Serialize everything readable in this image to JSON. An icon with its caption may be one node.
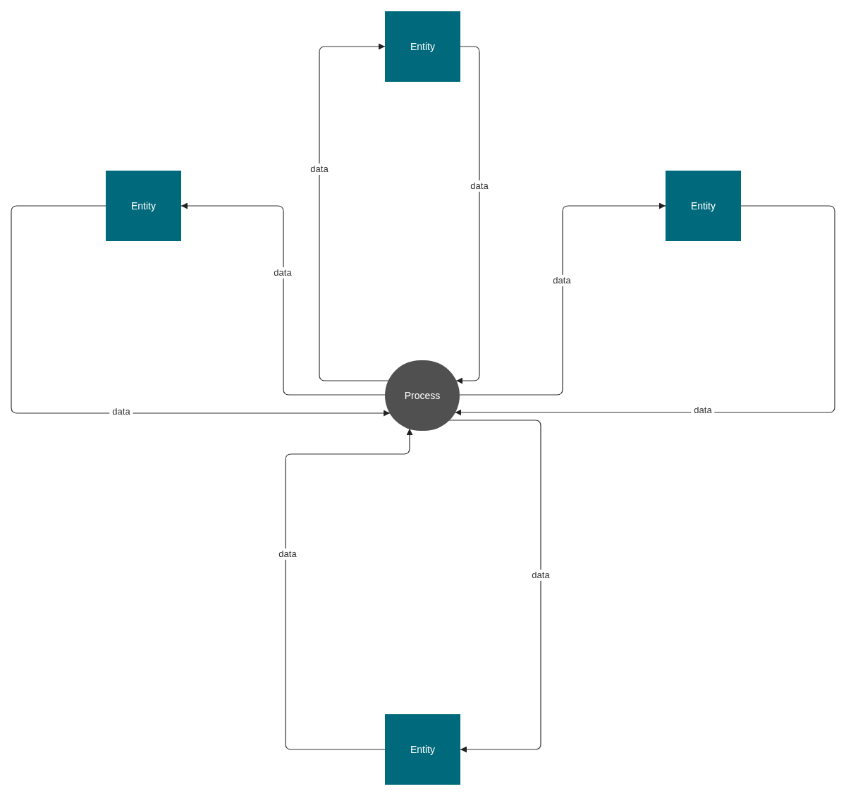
{
  "diagram": {
    "nodes": [
      {
        "text": [
          "Entity"
        ]
      },
      {
        "text": [
          "Entity"
        ]
      },
      {
        "text": [
          "Entity"
        ]
      },
      {
        "text": [
          "Process"
        ]
      },
      {
        "text": [
          "Entity"
        ]
      }
    ],
    "edges": [
      {
        "from": 3,
        "to": 0,
        "arrow": "to",
        "label": "data"
      },
      {
        "from": 0,
        "to": 3,
        "arrow": "to",
        "label": "data"
      },
      {
        "from": 3,
        "to": 1,
        "arrow": "to",
        "label": "data"
      },
      {
        "from": 1,
        "to": 3,
        "arrow": "to",
        "label": "data"
      },
      {
        "from": 3,
        "to": 2,
        "arrow": "to",
        "label": "data"
      },
      {
        "from": 2,
        "to": 3,
        "arrow": "to",
        "label": "data"
      },
      {
        "from": 4,
        "to": 3,
        "arrow": "to",
        "label": "data"
      },
      {
        "from": 3,
        "to": 4,
        "arrow": "to",
        "label": "data"
      }
    ]
  }
}
